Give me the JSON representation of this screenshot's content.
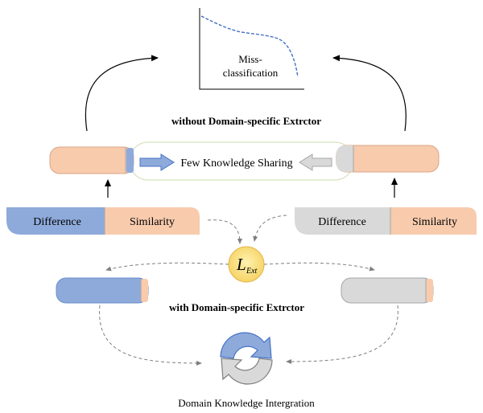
{
  "top_chart": {
    "label_line1": "Miss-",
    "label_line2": "classification"
  },
  "caption_without": "without Domain-specific Extrctor",
  "caption_with": "with Domain-specific Extrctor",
  "sharing_label": "Few Knowledge Sharing",
  "left_feature_bar": {
    "difference": "Difference",
    "similarity": "Similarity"
  },
  "right_feature_bar": {
    "difference": "Difference",
    "similarity": "Similarity"
  },
  "loss": {
    "symbol": "L",
    "subscript": "Ext",
    "color": "#fde68a"
  },
  "bottom_caption": "Domain Knowledge Intergration",
  "colors": {
    "blue": "#8eaadb",
    "orange": "#f8cbad",
    "gray": "#d9d9d9",
    "blue_dark": "#6a8cc8",
    "gray_dark": "#a6a6a6",
    "sharing_border": "#d6e3bc"
  }
}
